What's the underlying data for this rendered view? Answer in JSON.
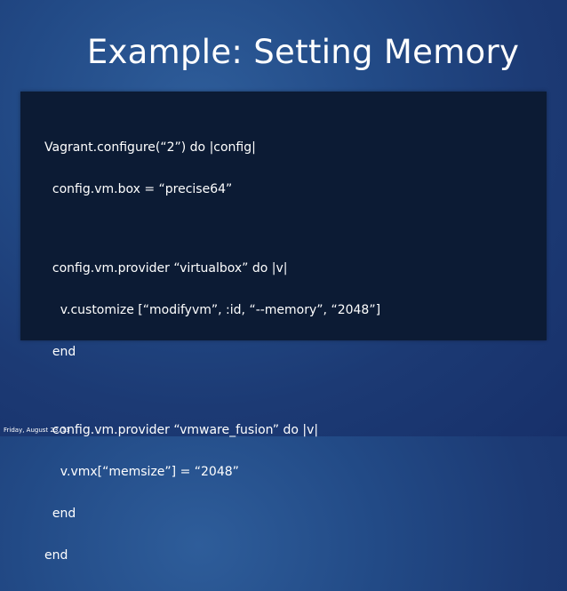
{
  "slide": {
    "title": "Example: Setting Memory",
    "code_lines": [
      "Vagrant.configure(“2”) do |config|",
      "  config.vm.box = “precise64”",
      "",
      "  config.vm.provider “virtualbox” do |v|",
      "    v.customize [“modifyvm”, :id, “--memory”, “2048”]",
      "  end",
      "",
      "  config.vm.provider “vmware_fusion” do |v|",
      "    v.vmx[“memsize”] = “2048”",
      "  end",
      "end"
    ],
    "footer_date": "Friday, August 23, 13"
  }
}
